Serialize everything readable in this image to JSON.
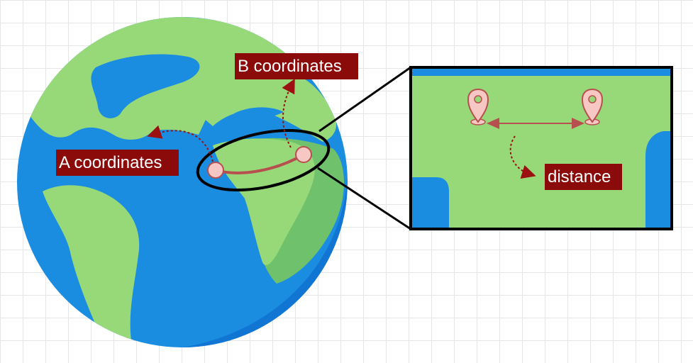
{
  "labels": {
    "a": "A coordinates",
    "b": "B coordinates",
    "distance": "distance"
  },
  "colors": {
    "ocean": "#1b8de0",
    "ocean_dark": "#0a63c9",
    "land": "#97d978",
    "land_shadow": "#6fc16c",
    "label_bg": "#8b0a0a",
    "route": "#b84f4f",
    "marker_fill": "#f7c8c3",
    "arrow": "#9b1010"
  },
  "icons": {
    "point_a": "location-pin-icon",
    "point_b": "location-pin-icon"
  }
}
